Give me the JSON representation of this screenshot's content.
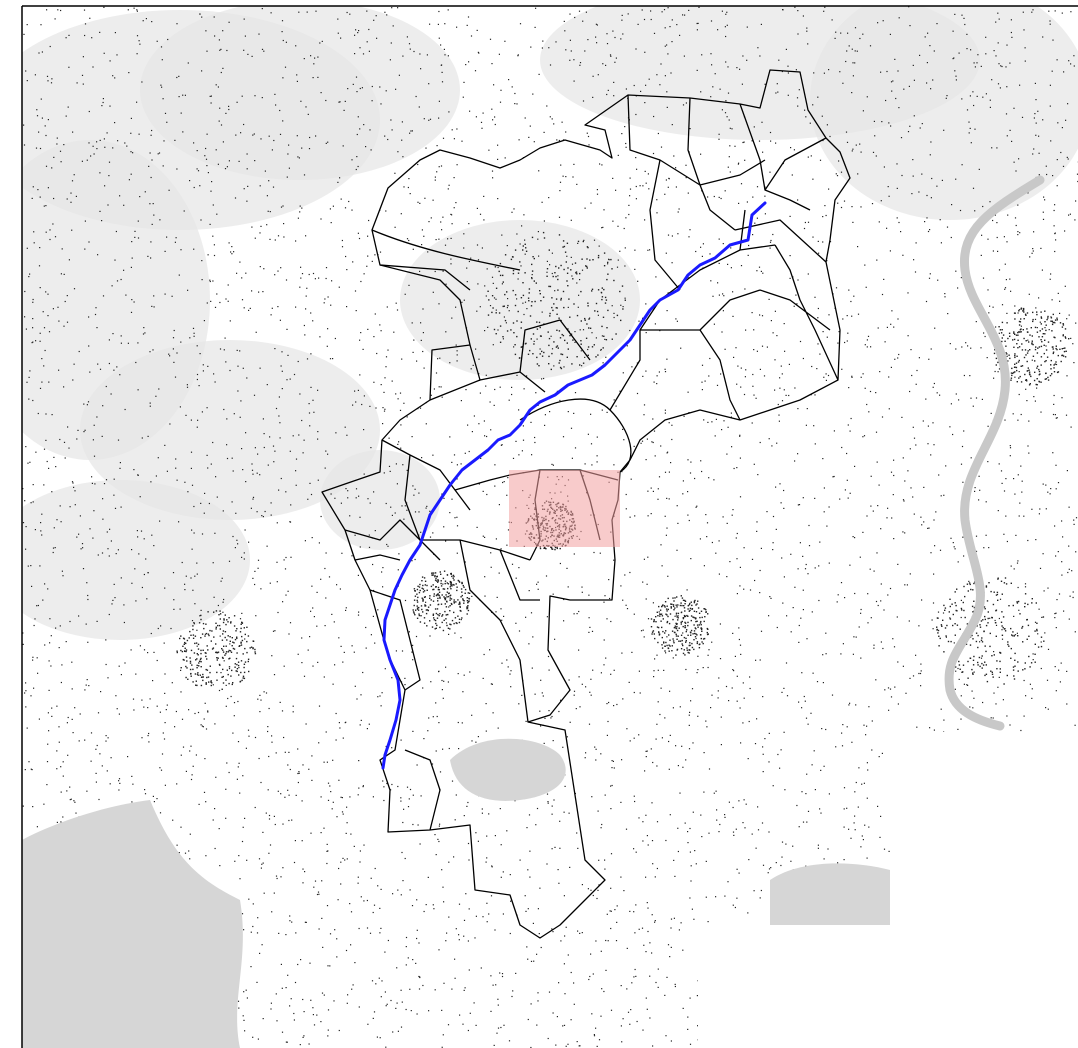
{
  "map": {
    "colors": {
      "background": "#ffffff",
      "terrain_light": "#e6e6e6",
      "terrain_mid": "#cfcfcf",
      "water": "#d6d6d6",
      "river_outline": "#c8c8c8",
      "district_border": "#000000",
      "route_line": "#1a1aff",
      "highlight_fill": "#f2a0a0",
      "speckle": "#222222",
      "frame": "#000000"
    },
    "layers": [
      "terrain-basemap",
      "water-bodies",
      "district-boundaries",
      "route-line",
      "highlight-area"
    ],
    "highlight_opacity": 0.55,
    "speckle_density": "high"
  }
}
